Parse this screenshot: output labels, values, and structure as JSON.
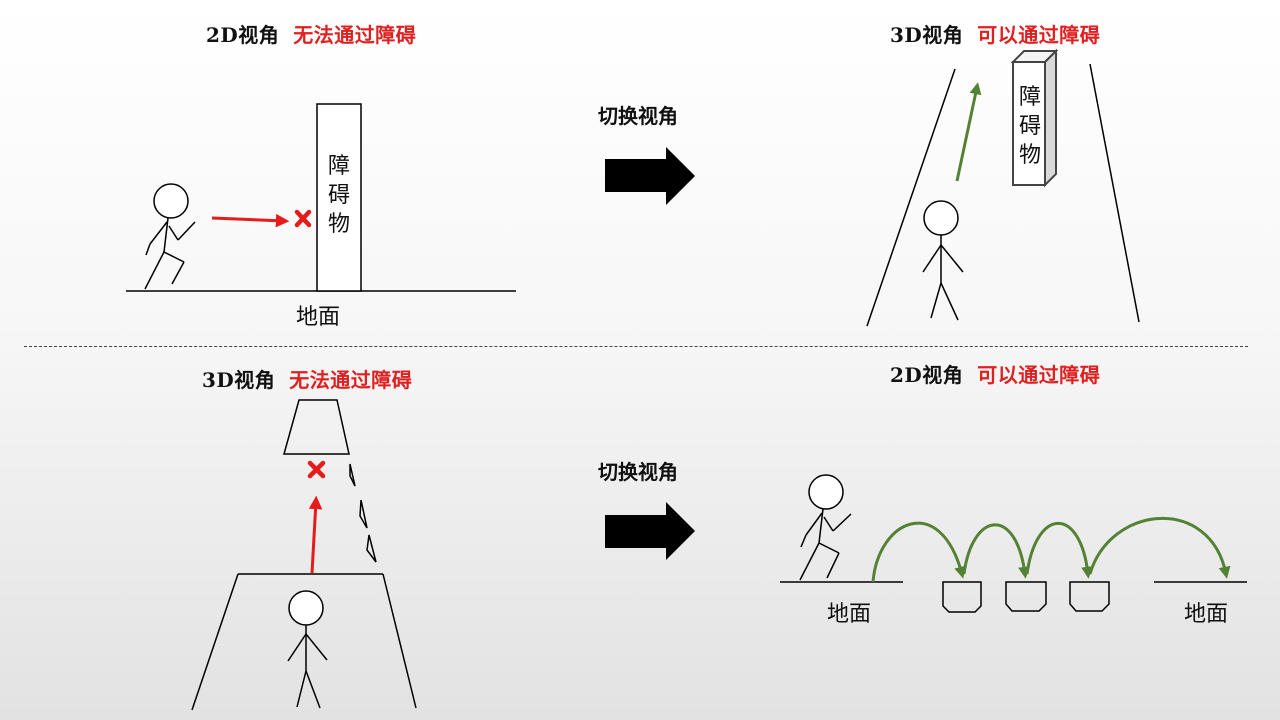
{
  "panels": {
    "top_left": {
      "view": "2D视角",
      "status": "无法通过障碍",
      "obstacle": "障碍物",
      "ground": "地面"
    },
    "top_right": {
      "view": "3D视角",
      "status": "可以通过障碍",
      "obstacle": "障碍物"
    },
    "bottom_left": {
      "view": "3D视角",
      "status": "无法通过障碍"
    },
    "bottom_right": {
      "view": "2D视角",
      "status": "可以通过障碍",
      "ground_left": "地面",
      "ground_right": "地面"
    }
  },
  "transitions": {
    "top_label": "切换视角",
    "bottom_label": "切换视角"
  },
  "colors": {
    "blocked_text": "#e02020",
    "passable_text": "#e02020",
    "blocked_arrow": "#e61c1c",
    "pass_arrow": "#548235",
    "switch_arrow": "#000000"
  },
  "icons": [
    "stick-figure",
    "cross-mark-icon",
    "right-arrow-icon"
  ]
}
